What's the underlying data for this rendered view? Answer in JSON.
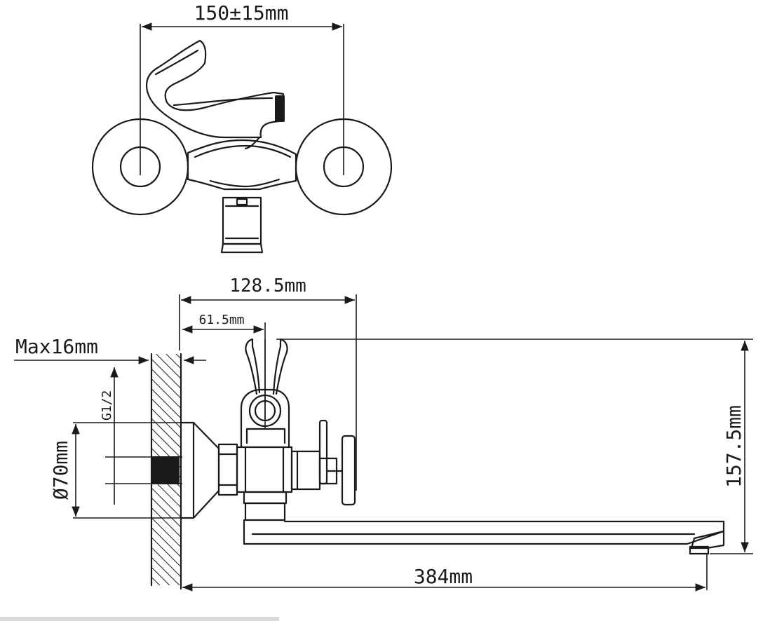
{
  "dimensions": {
    "center_spacing": "150±15mm",
    "depth_to_spout_axis": "128.5mm",
    "depth_to_handset_axis": "61.5mm",
    "max_wall_thickness": "Max16mm",
    "thread": "G1/2",
    "flange_diameter": "Ø70mm",
    "height": "157.5mm",
    "spout_length": "384mm"
  },
  "colors": {
    "ink": "#1a1a1a",
    "background": "#ffffff"
  }
}
